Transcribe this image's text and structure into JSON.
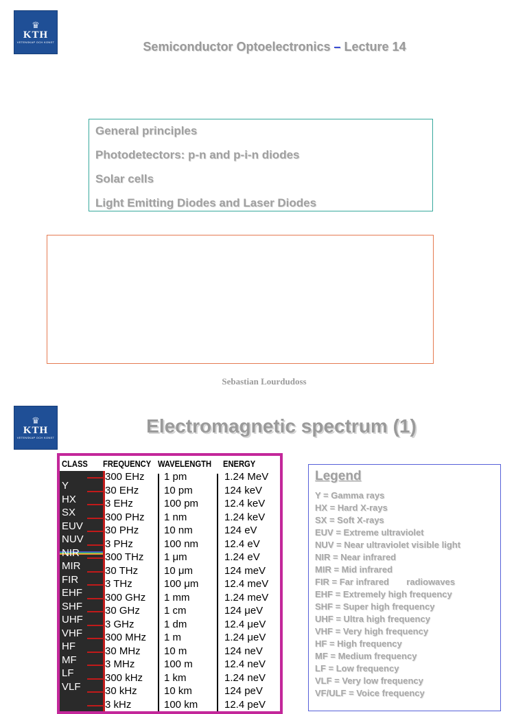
{
  "logo": {
    "text": "KTH",
    "subtext": "VETENSKAP OCH KONST"
  },
  "slide1": {
    "title_left": "Semiconductor Optoelectronics",
    "title_dash": "–",
    "title_right": "Lecture 14",
    "topics": [
      "General principles",
      "Photodetectors: p-n and p-i-n diodes",
      "Solar cells",
      "Light Emitting Diodes and Laser Diodes"
    ],
    "author": "Sebastian Lourdudoss"
  },
  "slide2": {
    "title": "Electromagnetic spectrum (1)",
    "spectrum": {
      "headers": [
        "CLASS",
        "FREQUENCY",
        "WAVELENGTH",
        "ENERGY"
      ],
      "classes": [
        "Y",
        "HX",
        "SX",
        "EUV",
        "NUV",
        "NIR",
        "MIR",
        "FIR",
        "EHF",
        "SHF",
        "UHF",
        "VHF",
        "HF",
        "MF",
        "LF",
        "VLF"
      ],
      "rows": [
        {
          "f": "300 EHz",
          "w": "1 pm",
          "e": "1.24 MeV"
        },
        {
          "f": "30 EHz",
          "w": "10 pm",
          "e": "124 keV"
        },
        {
          "f": "3 EHz",
          "w": "100 pm",
          "e": "12.4 keV"
        },
        {
          "f": "300 PHz",
          "w": "1 nm",
          "e": "1.24 keV"
        },
        {
          "f": "30 PHz",
          "w": "10 nm",
          "e": "124 eV"
        },
        {
          "f": "3 PHz",
          "w": "100 nm",
          "e": "12.4 eV"
        },
        {
          "f": "300 THz",
          "w": "1 μm",
          "e": "1.24 eV"
        },
        {
          "f": "30 THz",
          "w": "10 μm",
          "e": "124 meV"
        },
        {
          "f": "3 THz",
          "w": "100 μm",
          "e": "12.4 meV"
        },
        {
          "f": "300 GHz",
          "w": "1 mm",
          "e": "1.24 meV"
        },
        {
          "f": "30 GHz",
          "w": "1 cm",
          "e": "124 μeV"
        },
        {
          "f": "3 GHz",
          "w": "1 dm",
          "e": "12.4 μeV"
        },
        {
          "f": "300 MHz",
          "w": "1 m",
          "e": "1.24 μeV"
        },
        {
          "f": "30 MHz",
          "w": "10 m",
          "e": "124 neV"
        },
        {
          "f": "3 MHz",
          "w": "100 m",
          "e": "12.4 neV"
        },
        {
          "f": "300 kHz",
          "w": "1 km",
          "e": "1.24 neV"
        },
        {
          "f": "30 kHz",
          "w": "10 km",
          "e": "124 peV"
        },
        {
          "f": "3 kHz",
          "w": "100 km",
          "e": "12.4 peV"
        }
      ]
    },
    "legend": {
      "title": "Legend",
      "items": [
        "Y = Gamma rays",
        "HX = Hard X-rays",
        "SX = Soft X-rays",
        "EUV = Extreme ultraviolet",
        "NUV = Near ultraviolet visible light",
        "NIR = Near infrared",
        "MIR = Mid infrared",
        "FIR = Far infrared       radiowaves",
        "EHF = Extremely high frequency",
        "SHF = Super high frequency",
        "UHF = Ultra high frequency",
        "VHF = Very high frequency",
        "HF = High frequency",
        "MF = Medium frequency",
        "LF = Low frequency",
        "VLF = Very low frequency",
        "VF/ULF = Voice frequency"
      ]
    }
  },
  "colors": {
    "title_gray": "#9a9a9a",
    "topics_border": "#36a89c",
    "orange_border": "#e57a50",
    "spectrum_border": "#c3279a",
    "legend_border": "#5560d8",
    "kth_blue": "#1f4f96"
  }
}
